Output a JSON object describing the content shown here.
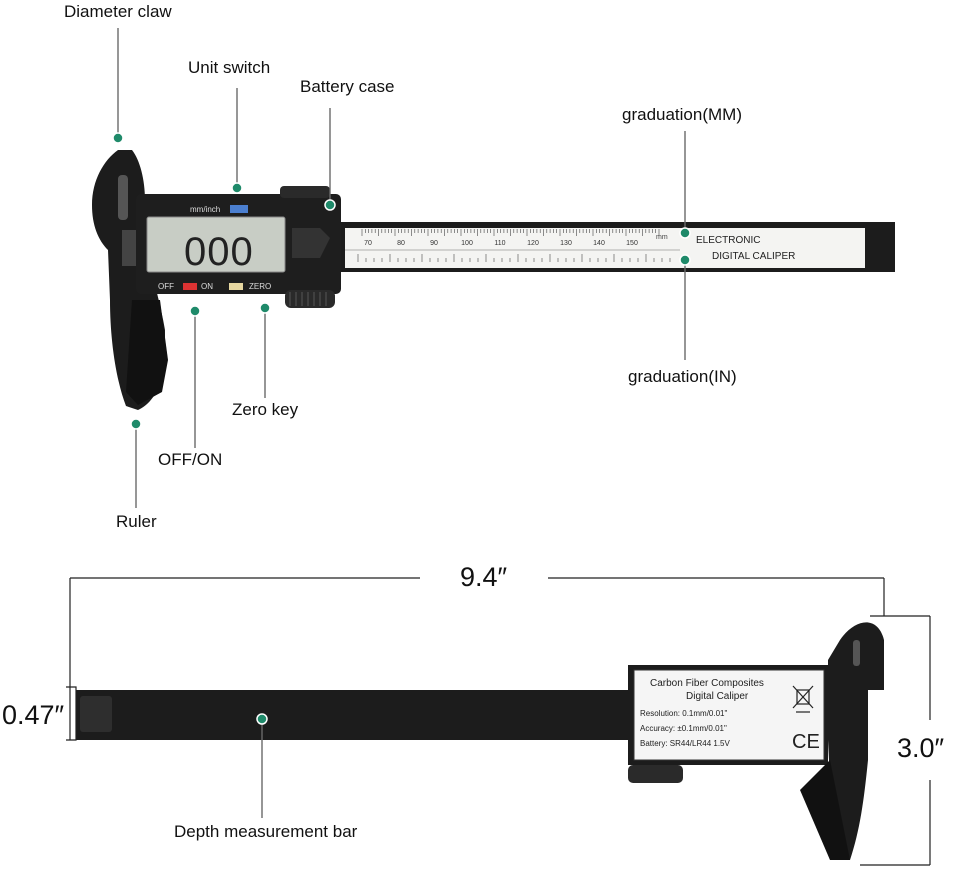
{
  "callouts": {
    "diameter_claw": "Diameter claw",
    "unit_switch": "Unit switch",
    "battery_case": "Battery case",
    "graduation_mm": "graduation(MM)",
    "graduation_in": "graduation(IN)",
    "zero_key": "Zero key",
    "off_on": "OFF/ON",
    "ruler": "Ruler",
    "depth_bar": "Depth measurement bar"
  },
  "dimensions": {
    "length": "9.4″",
    "thickness": "0.47″",
    "height": "3.0″"
  },
  "device": {
    "mode_label": "mm/inch",
    "display": "000",
    "off": "OFF",
    "on": "ON",
    "zero": "ZERO",
    "brand_line1": "ELECTRONIC",
    "brand_line2": "DIGITAL CALIPER",
    "scale_ticks": [
      "70",
      "80",
      "90",
      "100",
      "110",
      "120",
      "130",
      "140",
      "150"
    ],
    "scale_unit": "mm"
  },
  "back_label": {
    "line1": "Carbon Fiber Composites",
    "line2": "Digital Caliper",
    "resolution": "Resolution: 0.1mm/0.01\"",
    "accuracy": "Accuracy: ±0.1mm/0.01\"",
    "battery": "Battery: SR44/LR44 1.5V",
    "ce": "CE"
  },
  "colors": {
    "body": "#1c1c1c",
    "dot": "#1f8a6a",
    "leader": "#6a6a6a",
    "lcd": "#c8cdc5"
  }
}
